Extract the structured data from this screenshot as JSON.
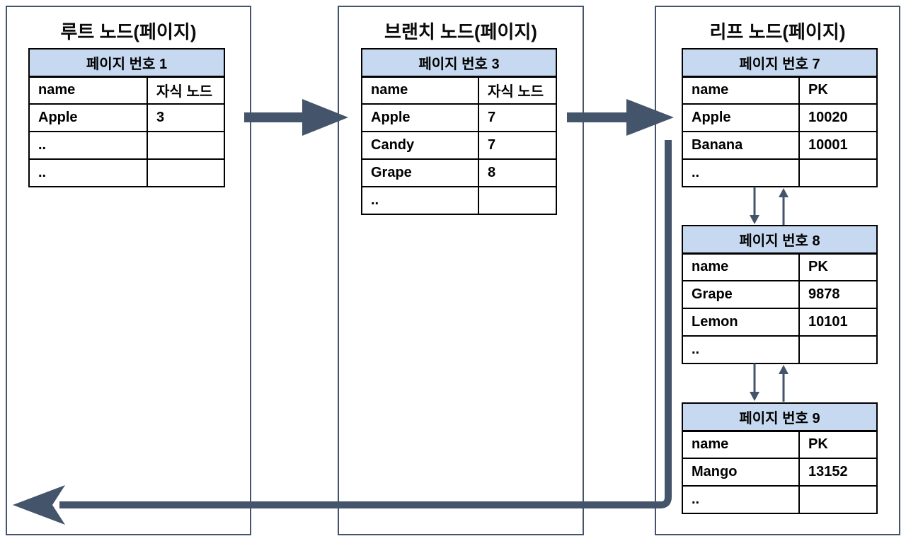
{
  "diagram": {
    "panels": [
      {
        "id": "root",
        "title": "루트 노드(페이지)",
        "tables": [
          {
            "header": "페이지 번호 1",
            "columns": [
              "name",
              "자식 노드"
            ],
            "rows": [
              [
                "Apple",
                "3"
              ],
              [
                "..",
                ""
              ],
              [
                "..",
                ""
              ]
            ]
          }
        ]
      },
      {
        "id": "branch",
        "title": "브랜치 노드(페이지)",
        "tables": [
          {
            "header": "페이지 번호 3",
            "columns": [
              "name",
              "자식 노드"
            ],
            "rows": [
              [
                "Apple",
                "7"
              ],
              [
                "Candy",
                "7"
              ],
              [
                "Grape",
                "8"
              ],
              [
                "..",
                ""
              ]
            ]
          }
        ]
      },
      {
        "id": "leaf",
        "title": "리프 노드(페이지)",
        "tables": [
          {
            "header": "페이지 번호 7",
            "columns": [
              "name",
              "PK"
            ],
            "rows": [
              [
                "Apple",
                "10020"
              ],
              [
                "Banana",
                "10001"
              ],
              [
                "..",
                ""
              ]
            ]
          },
          {
            "header": "페이지 번호 8",
            "columns": [
              "name",
              "PK"
            ],
            "rows": [
              [
                "Grape",
                "9878"
              ],
              [
                "Lemon",
                "10101"
              ],
              [
                "..",
                ""
              ]
            ]
          },
          {
            "header": "페이지 번호 9",
            "columns": [
              "name",
              "PK"
            ],
            "rows": [
              [
                "Mango",
                "13152"
              ],
              [
                "..",
                ""
              ]
            ]
          }
        ]
      }
    ],
    "colors": {
      "arrow": "#44546A",
      "header_fill": "#C6D9F0",
      "panel_border": "#44546A",
      "table_border": "#000000"
    }
  }
}
